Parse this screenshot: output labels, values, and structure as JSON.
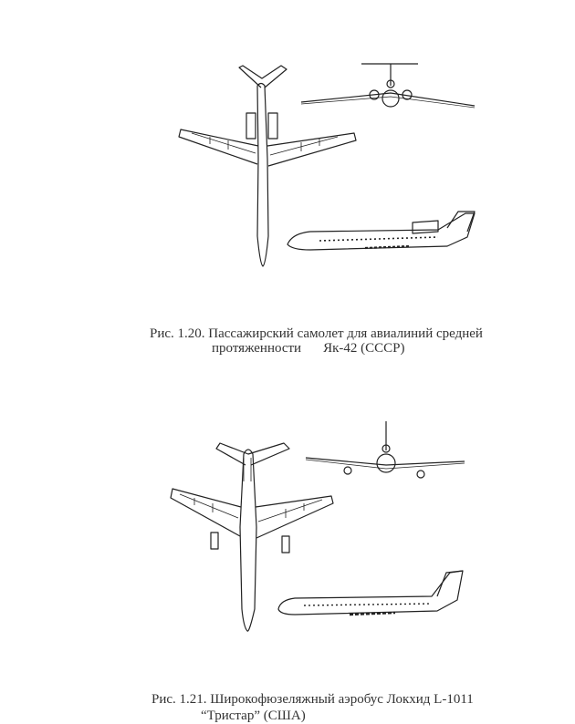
{
  "figures": [
    {
      "caption_line1": "Рис. 1.20. Пассажирский самолет для авиалиний средней",
      "caption_line2_a": "протяженности",
      "caption_line2_b": "Як-42 (СССР)"
    },
    {
      "caption_line1": "Рис. 1.21. Широкофюзеляжный аэробус Локхид L-1011",
      "caption_line2": "“Тристар” (США)"
    }
  ]
}
